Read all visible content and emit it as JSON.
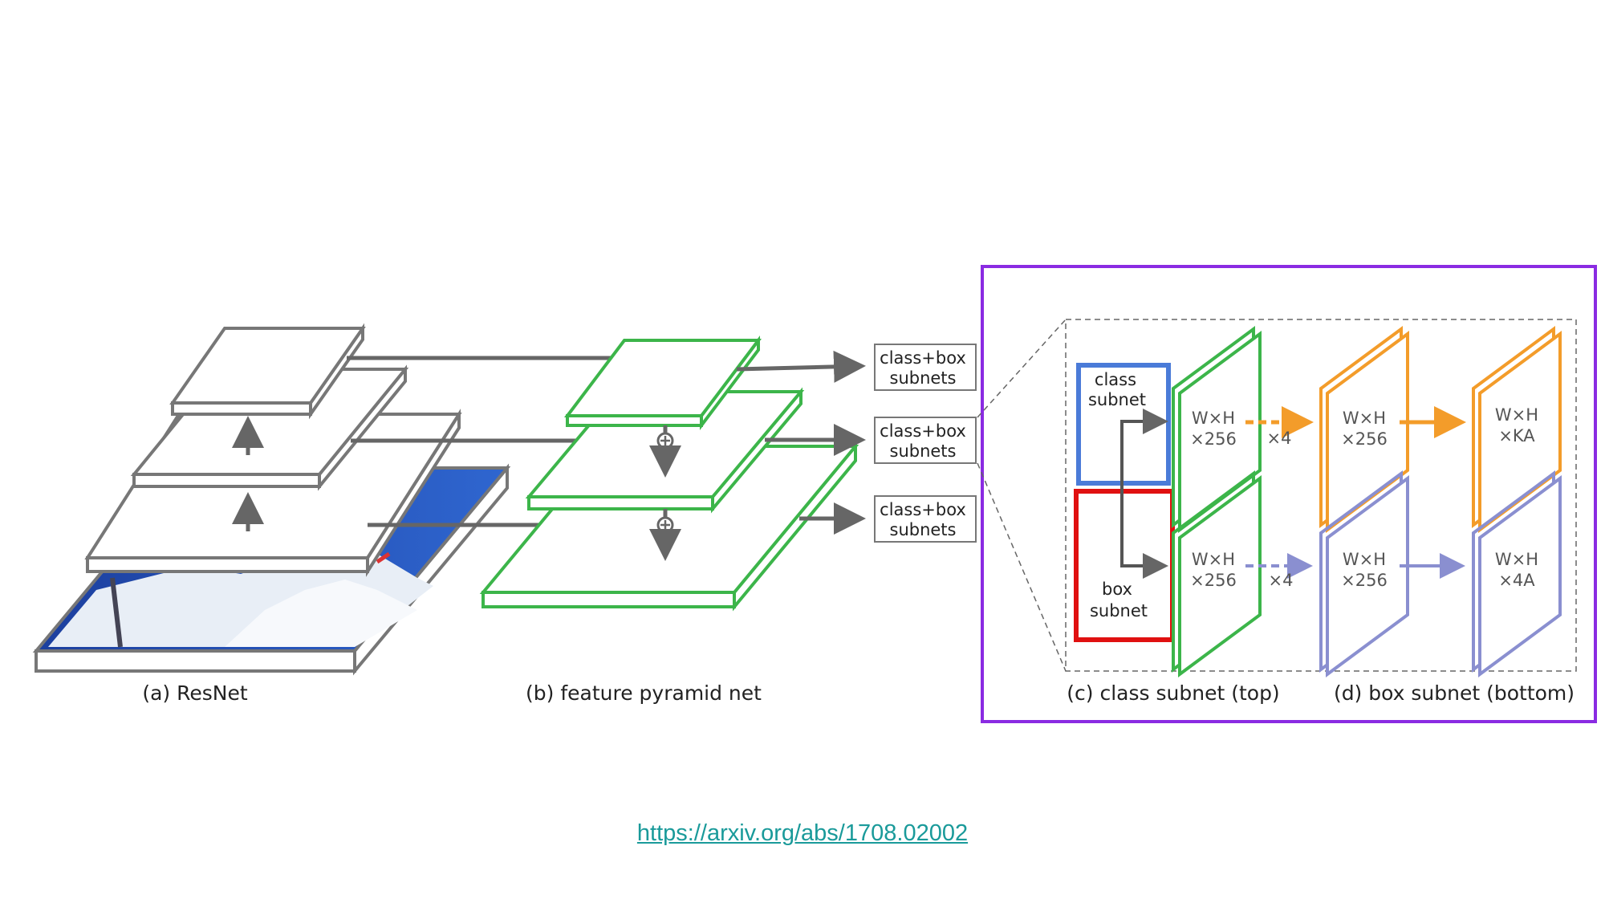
{
  "colors": {
    "resnet": "#7a7a7a",
    "fpn": "#3cb54a",
    "class_subnet": "#4a7bd8",
    "box_subnet": "#e01010",
    "highlight": "#8a2be2",
    "class_output": "#f39c2a",
    "box_output": "#8a8fd0",
    "link": "#1a9a9a"
  },
  "captions": {
    "a": "(a) ResNet",
    "b": "(b) feature pyramid net",
    "c": "(c) class subnet (top)",
    "d": "(d) box subnet (bottom)"
  },
  "subnet_box_line1": "class+box",
  "subnet_box_line2": "subnets",
  "class_label": [
    "class",
    "subnet"
  ],
  "box_label": [
    "box",
    "subnet"
  ],
  "feature_maps": {
    "class_in": [
      "W×H",
      "×256"
    ],
    "class_mid": [
      "W×H",
      "×256"
    ],
    "class_out": [
      "W×H",
      "×KA"
    ],
    "box_in": [
      "W×H",
      "×256"
    ],
    "box_mid": [
      "W×H",
      "×256"
    ],
    "box_out": [
      "W×H",
      "×4A"
    ]
  },
  "repeat_label": "×4",
  "link": "https://arxiv.org/abs/1708.02002"
}
